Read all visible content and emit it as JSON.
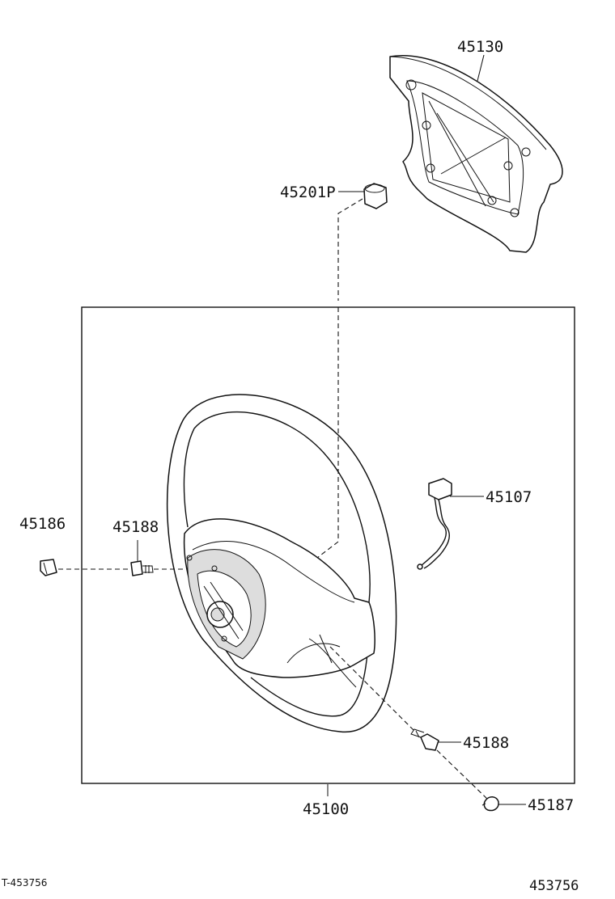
{
  "parts": {
    "p45130": "45130",
    "p45201P": "45201P",
    "p45107": "45107",
    "p45186": "45186",
    "p45188_left": "45188",
    "p45188_right": "45188",
    "p45187": "45187",
    "p45100": "45100"
  },
  "footer": {
    "left_code": "T-453756",
    "right_code": "453756"
  }
}
